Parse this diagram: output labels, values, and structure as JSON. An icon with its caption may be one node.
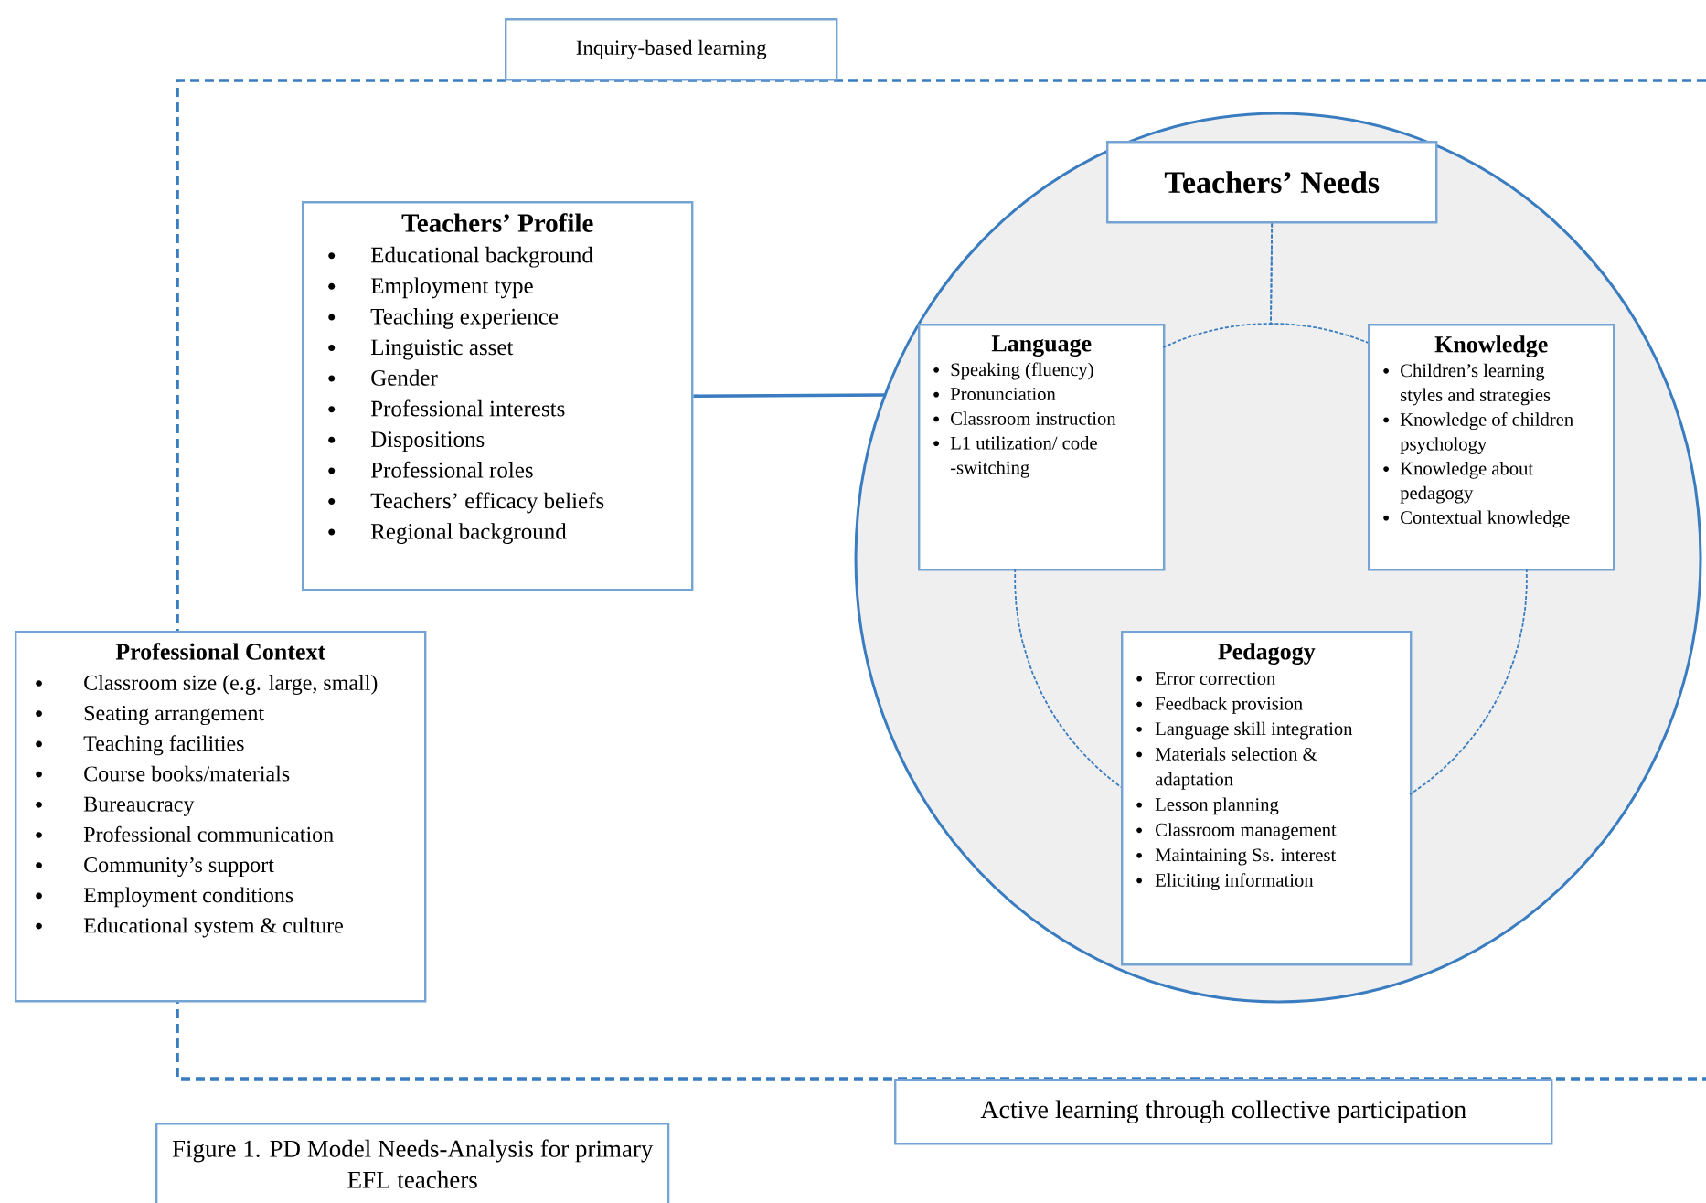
{
  "diagram": {
    "caption": "Figure 1. PD Model Needs-Analysis for primary EFL teachers",
    "nodes": [
      {
        "text": [
          "Inquiry-based learning"
        ]
      },
      {
        "text": [
          "Teachers’ Profile",
          "Educational background",
          "Employment type",
          "Teaching experience",
          "Linguistic asset",
          "Gender",
          "Professional interests",
          "Dispositions",
          "Professional roles",
          "Teachers’ efficacy beliefs",
          "Regional background"
        ]
      },
      {
        "text": [],
        "shape": "circle"
      },
      {
        "text": [
          "Teachers’ Needs"
        ],
        "in": 2
      },
      {
        "text": [
          "Language",
          "Speaking (fluency)",
          "Pronunciation",
          "Classroom instruction",
          "L1 utilization/ code -switching"
        ],
        "in": 2
      },
      {
        "text": [
          "Knowledge",
          "Children’s learning styles and strategies",
          "Knowledge of children psychology",
          "Knowledge about pedagogy",
          "Contextual knowledge"
        ],
        "in": 2
      },
      {
        "text": [
          "Professional Context",
          "Classroom size (e.g. large, small)",
          "Seating arrangement",
          "Teaching facilities",
          "Course books/materials",
          "Bureaucracy",
          "Professional communication",
          "Community’s support",
          "Employment conditions",
          "Educational system & culture"
        ]
      },
      {
        "text": [
          "Pedagogy",
          "Error correction",
          "Feedback provision",
          "Language skill integration",
          "Materials selection & adaptation",
          "Lesson planning",
          "Classroom management",
          "Maintaining Ss. interest",
          "Eliciting information"
        ],
        "in": 2
      },
      {
        "text": [
          "Active learning through collective participation"
        ]
      }
    ],
    "edges": [
      {
        "from": 1,
        "to": 2,
        "arrow": "none"
      },
      {
        "from": 3,
        "to": 4,
        "arrow": "none",
        "style": "dashed"
      },
      {
        "from": 3,
        "to": 5,
        "arrow": "none",
        "style": "dashed"
      },
      {
        "from": 4,
        "to": 7,
        "arrow": "none",
        "style": "dashed"
      },
      {
        "from": 5,
        "to": 7,
        "arrow": "none",
        "style": "dashed"
      }
    ]
  }
}
